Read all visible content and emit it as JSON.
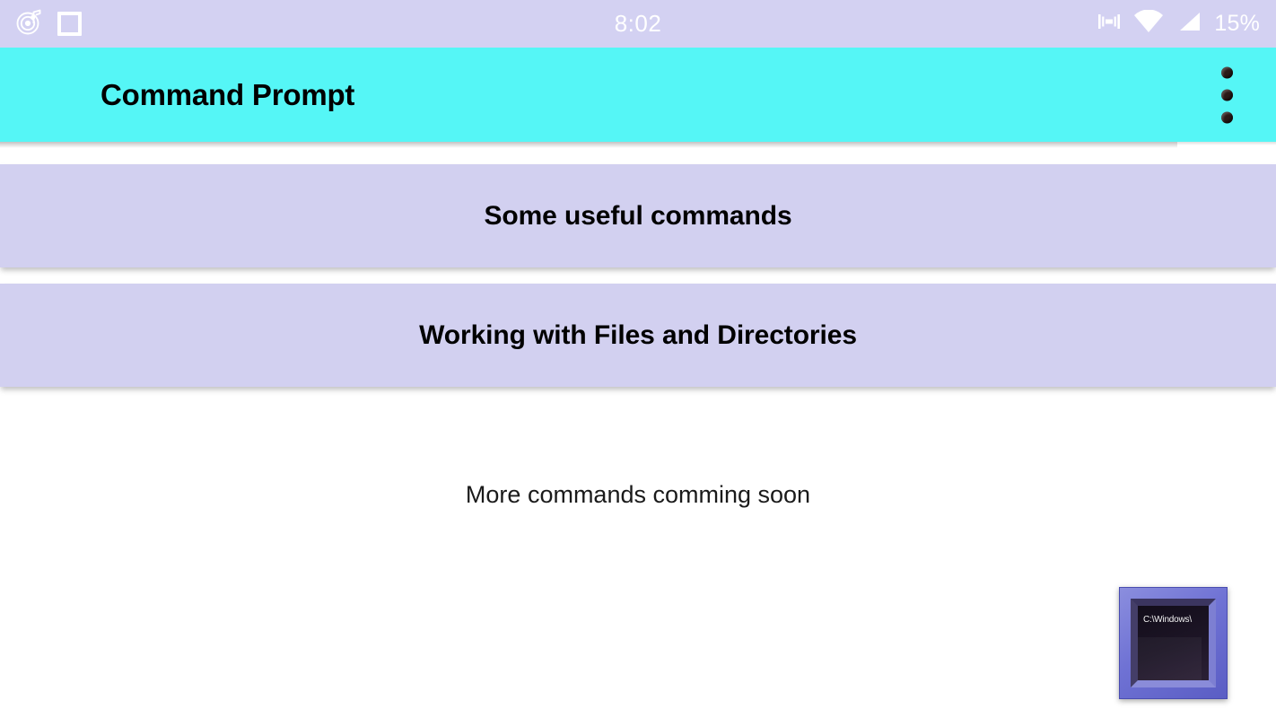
{
  "status_bar": {
    "background": "#d3d1f2",
    "clock": "8:02",
    "battery": "15%",
    "left_icons": [
      {
        "name": "music-disc-icon",
        "glyph": "spiral-note"
      },
      {
        "name": "square-overlay-icon",
        "glyph": "square"
      }
    ],
    "right_icons": [
      {
        "name": "vibrate-icon",
        "glyph": "|■|"
      },
      {
        "name": "wifi-icon",
        "glyph": "wifi"
      },
      {
        "name": "cell-signal-icon",
        "glyph": "signal"
      }
    ]
  },
  "app_bar": {
    "title": "Command Prompt",
    "background": "#55f6f6",
    "title_color": "#000000",
    "overflow_menu": {
      "name": "more-options",
      "dot_count": 3
    }
  },
  "main": {
    "cards": [
      {
        "label": "Some useful commands"
      },
      {
        "label": "Working with Files and Directories"
      }
    ],
    "card_background": "#d2d0f0",
    "footer_note": "More commands comming soon"
  },
  "cmd_icon": {
    "label": "C:\\Windows\\",
    "frame_color": "#6f72d4",
    "screen_color": "#1b1526"
  }
}
